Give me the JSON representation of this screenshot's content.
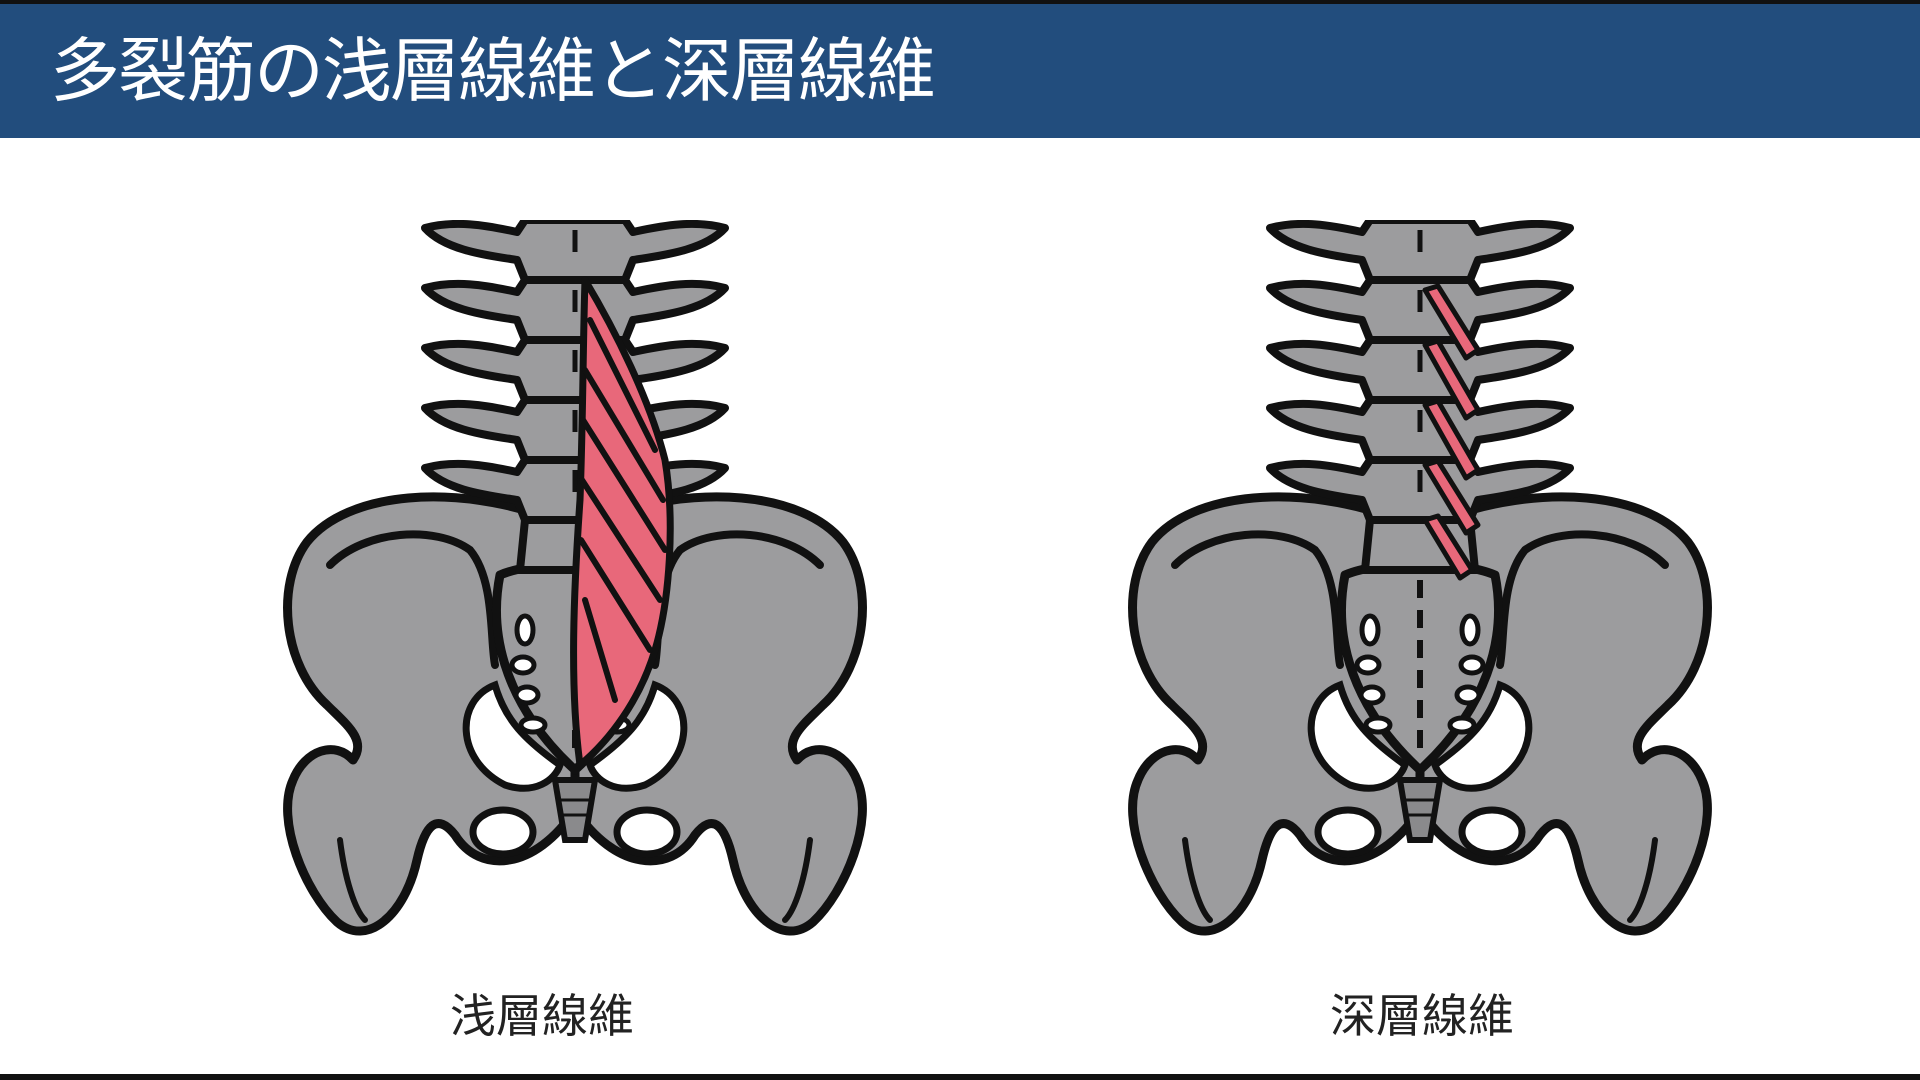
{
  "header": {
    "title": "多裂筋の浅層線維と深層線維"
  },
  "figures": [
    {
      "label": "浅層線維",
      "highlight": "superficial"
    },
    {
      "label": "深層線維",
      "highlight": "deep"
    }
  ],
  "colors": {
    "header_bg": "#224d7d",
    "bone": "#9c9c9e",
    "muscle": "#e8687a",
    "outline": "#111111"
  }
}
